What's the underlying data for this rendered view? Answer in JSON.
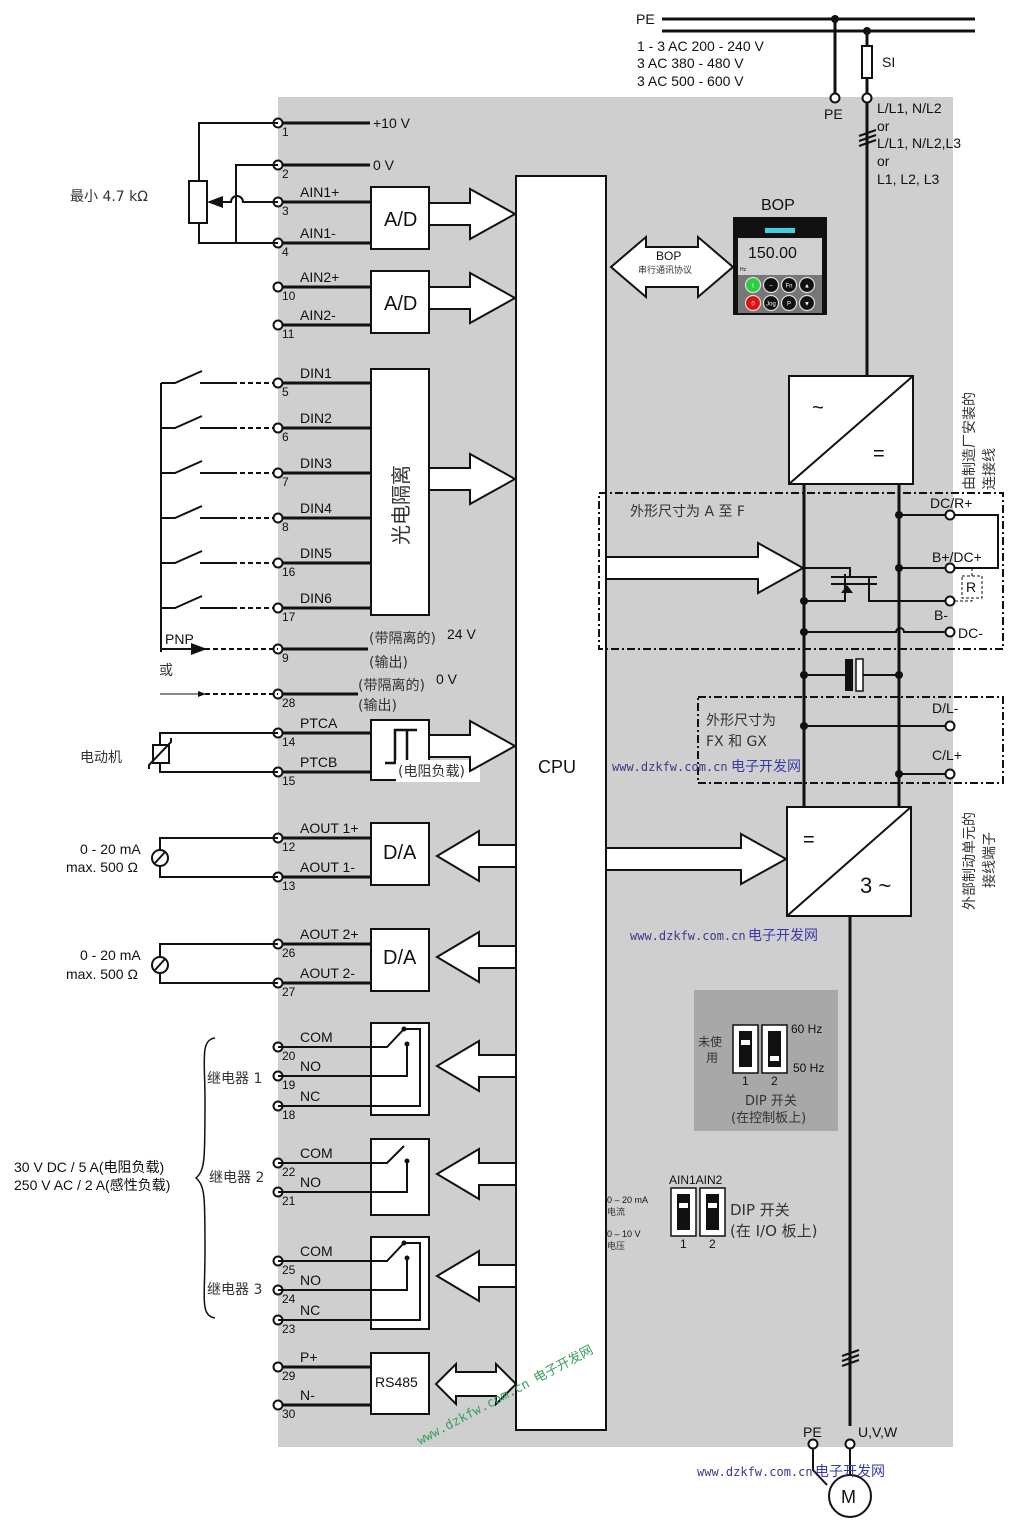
{
  "supply": {
    "pe_label": "PE",
    "voltages": [
      "1 - 3 AC 200 - 240 V",
      "3 AC 380 - 480 V",
      "3 AC 500 - 600 V"
    ],
    "fuse_label": "SI",
    "pe_terminal": "PE",
    "line_options": [
      "L/L1, N/L2",
      "or",
      "L/L1, N/L2,L3",
      "or",
      "L1, L2, L3"
    ]
  },
  "potentiometer": {
    "label": "最小  4.7 kΩ"
  },
  "terminals": {
    "t1": {
      "num": "1",
      "label": "+10 V"
    },
    "t2": {
      "num": "2",
      "label": "0 V"
    },
    "t3": {
      "num": "3",
      "label": "AIN1+"
    },
    "t4": {
      "num": "4",
      "label": "AIN1-"
    },
    "t10": {
      "num": "10",
      "label": "AIN2+"
    },
    "t11": {
      "num": "11",
      "label": "AIN2-"
    },
    "t5": {
      "num": "5",
      "label": "DIN1"
    },
    "t6": {
      "num": "6",
      "label": "DIN2"
    },
    "t7": {
      "num": "7",
      "label": "DIN3"
    },
    "t8": {
      "num": "8",
      "label": "DIN4"
    },
    "t16": {
      "num": "16",
      "label": "DIN5"
    },
    "t17": {
      "num": "17",
      "label": "DIN6"
    },
    "t9": {
      "num": "9",
      "label": "(带隔离的)",
      "label2": "(输出)",
      "voltage": "24 V"
    },
    "t28": {
      "num": "28",
      "label": "(带隔离的)",
      "label2": "(输出)",
      "voltage": "0 V"
    },
    "t14": {
      "num": "14",
      "label": "PTCA"
    },
    "t15": {
      "num": "15",
      "label": "PTCB"
    },
    "t12": {
      "num": "12",
      "label": "AOUT 1+"
    },
    "t13": {
      "num": "13",
      "label": "AOUT 1-"
    },
    "t26": {
      "num": "26",
      "label": "AOUT 2+"
    },
    "t27": {
      "num": "27",
      "label": "AOUT 2-"
    },
    "t20": {
      "num": "20",
      "label": "COM"
    },
    "t19": {
      "num": "19",
      "label": "NO"
    },
    "t18": {
      "num": "18",
      "label": "NC"
    },
    "t22": {
      "num": "22",
      "label": "COM"
    },
    "t21": {
      "num": "21",
      "label": "NO"
    },
    "t25": {
      "num": "25",
      "label": "COM"
    },
    "t24": {
      "num": "24",
      "label": "NO"
    },
    "t23": {
      "num": "23",
      "label": "NC"
    },
    "t29": {
      "num": "29",
      "label": "P+"
    },
    "t30": {
      "num": "30",
      "label": "N-"
    }
  },
  "blocks": {
    "ad1": "A/D",
    "ad2": "A/D",
    "opto": "光电隔离",
    "ptc": "(电阻负载)",
    "da1": "D/A",
    "da2": "D/A",
    "rs485": "RS485",
    "cpu": "CPU"
  },
  "external": {
    "pnp": "PNP",
    "or": "或",
    "motor_ptc": "电动机",
    "aout1_spec": [
      "0 - 20 mA",
      "max. 500 Ω"
    ],
    "aout2_spec": [
      "0 - 20 mA",
      "max. 500 Ω"
    ],
    "relay1": "继电器 1",
    "relay2": "继电器 2",
    "relay3": "继电器 3",
    "relay_rating": [
      "30 V DC / 5 A(电阻负载)",
      "250 V AC / 2 A(感性负载)"
    ]
  },
  "bop": {
    "title": "BOP",
    "arrow_label": "BOP",
    "arrow_sub": "串行通讯协议",
    "display": "150.00",
    "unit": "Hz",
    "buttons": [
      "I",
      "~",
      "Fn",
      "▲",
      "0",
      "Jog",
      "P",
      "▼"
    ]
  },
  "power": {
    "rectifier_ac": "~",
    "rectifier_dc": "=",
    "inverter_dc": "=",
    "inverter_ac": "3 ~",
    "frame_af": "外形尺寸为 A 至 F",
    "frame_fx": [
      "外形尺寸为",
      "FX 和 GX"
    ],
    "dc_r_plus": "DC/R+",
    "b_plus": "B+/DC+",
    "b_minus": "B-",
    "dc_minus": "DC-",
    "resistor": "R",
    "d_l_minus": "D/L-",
    "c_l_plus": "C/L+",
    "factory_note": [
      "由制造厂安装的",
      "连接线"
    ],
    "brake_note": [
      "外部制动单元的",
      "接线端子"
    ],
    "out_pe": "PE",
    "out_uvw": "U,V,W",
    "motor": "M"
  },
  "dip_control": {
    "unused": [
      "未使",
      "用"
    ],
    "hz60": "60 Hz",
    "hz50": "50 Hz",
    "nums": [
      "1",
      "2"
    ],
    "title": "DIP 开关",
    "subtitle": "(在控制板上)"
  },
  "dip_io": {
    "headers": "AIN1AIN2",
    "current": [
      "0 – 20 mA",
      "电流"
    ],
    "voltage": [
      "0 – 10 V",
      "电压"
    ],
    "nums": [
      "1",
      "2"
    ],
    "title": "DIP 开关",
    "subtitle": "(在 I/O 板上)"
  },
  "watermark": {
    "url": "www.dzkfw.com.cn",
    "name": "电子开发网"
  }
}
